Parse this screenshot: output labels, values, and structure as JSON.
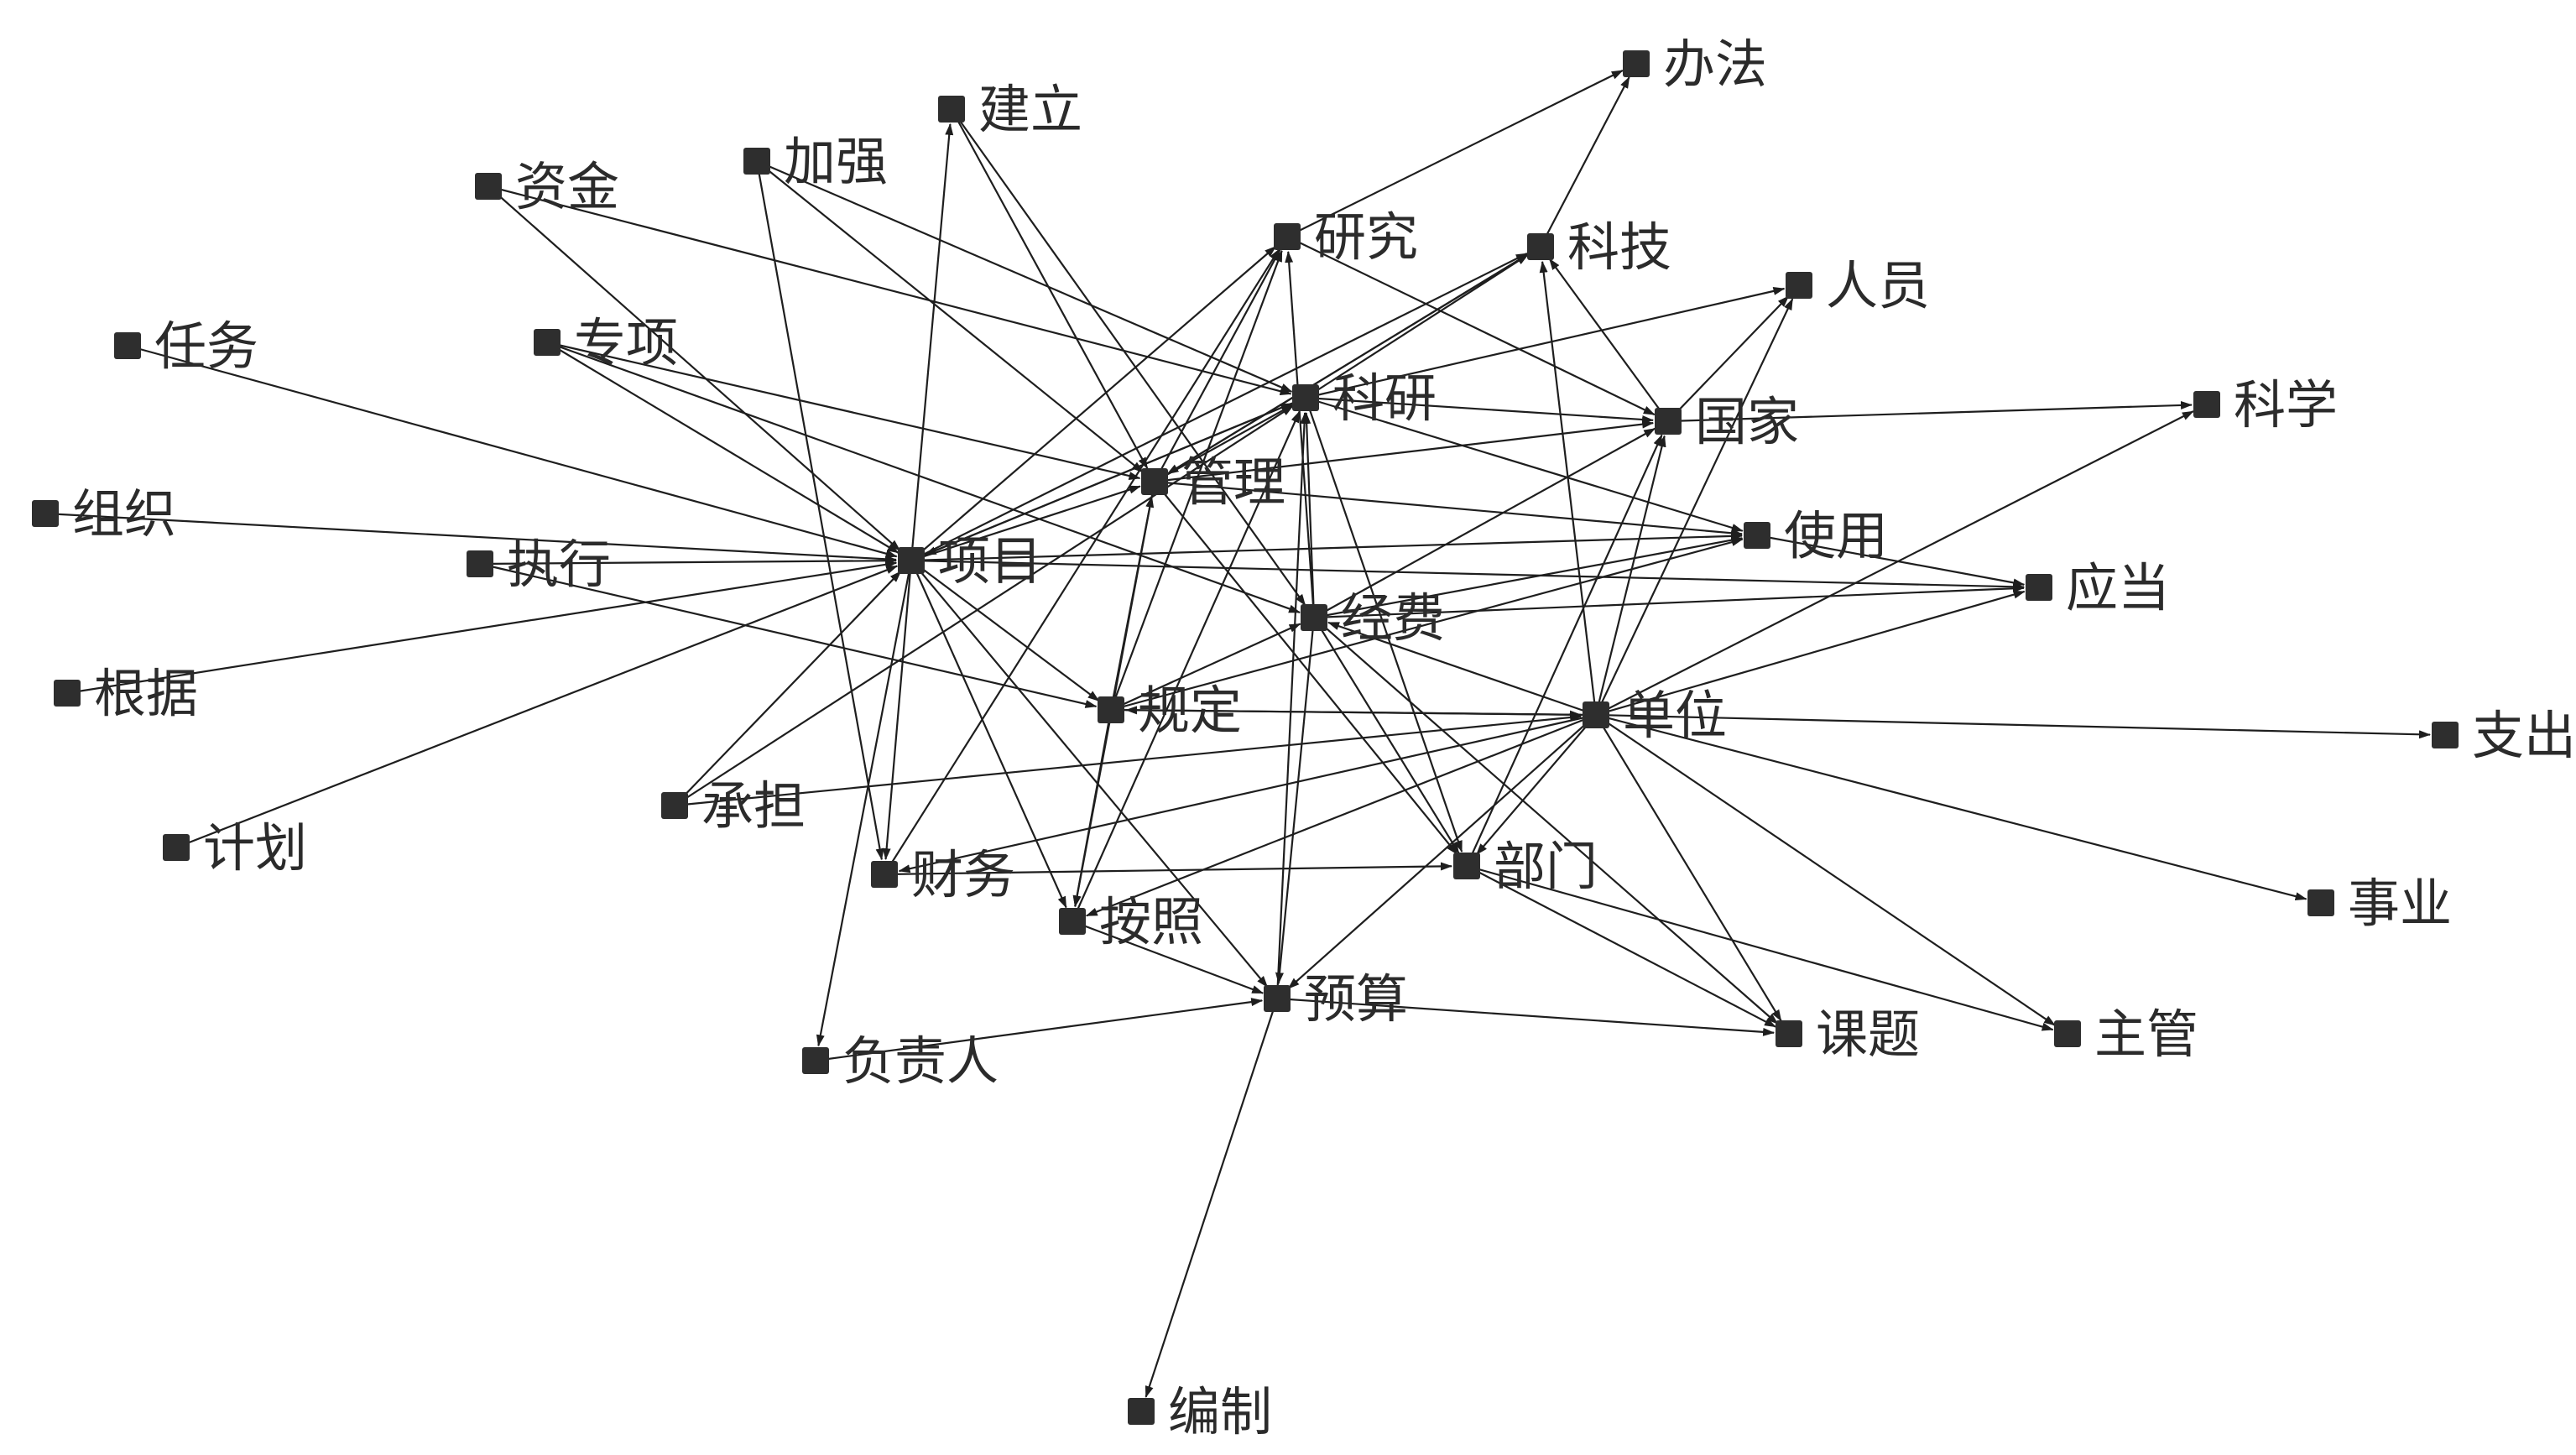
{
  "diagram": {
    "type": "directed-word-network",
    "colors": {
      "background": "#ffffff",
      "edge": "#1e1e1e",
      "node": "#2e2e2e",
      "text": "#2b2b2b"
    },
    "nodes": [
      {
        "id": "banfa",
        "label": "办法"
      },
      {
        "id": "jianli",
        "label": "建立"
      },
      {
        "id": "jiaqiang",
        "label": "加强"
      },
      {
        "id": "zijin",
        "label": "资金"
      },
      {
        "id": "yanjiu",
        "label": "研究"
      },
      {
        "id": "keji",
        "label": "科技"
      },
      {
        "id": "renyuan",
        "label": "人员"
      },
      {
        "id": "renwu",
        "label": "任务"
      },
      {
        "id": "zhuanxiang",
        "label": "专项"
      },
      {
        "id": "keyan",
        "label": "科研"
      },
      {
        "id": "guojia",
        "label": "国家"
      },
      {
        "id": "kexue",
        "label": "科学"
      },
      {
        "id": "zuzhi",
        "label": "组织"
      },
      {
        "id": "guanli",
        "label": "管理"
      },
      {
        "id": "zhixing",
        "label": "执行"
      },
      {
        "id": "xiangmu",
        "label": "项目"
      },
      {
        "id": "shiyong",
        "label": "使用"
      },
      {
        "id": "yingdang",
        "label": "应当"
      },
      {
        "id": "jingfei",
        "label": "经费"
      },
      {
        "id": "genju",
        "label": "根据"
      },
      {
        "id": "guiding",
        "label": "规定"
      },
      {
        "id": "danwei",
        "label": "单位"
      },
      {
        "id": "zhichu",
        "label": "支出"
      },
      {
        "id": "chengdan",
        "label": "承担"
      },
      {
        "id": "jihua",
        "label": "计划"
      },
      {
        "id": "caiwu",
        "label": "财务"
      },
      {
        "id": "bumen",
        "label": "部门"
      },
      {
        "id": "shiye",
        "label": "事业"
      },
      {
        "id": "anzhao",
        "label": "按照"
      },
      {
        "id": "yusuan",
        "label": "预算"
      },
      {
        "id": "keti",
        "label": "课题"
      },
      {
        "id": "zhuguan",
        "label": "主管"
      },
      {
        "id": "fuzeren",
        "label": "负责人"
      },
      {
        "id": "bianzhi",
        "label": "编制"
      }
    ],
    "edges": [
      [
        "renwu",
        "xiangmu"
      ],
      [
        "zuzhi",
        "xiangmu"
      ],
      [
        "genju",
        "xiangmu"
      ],
      [
        "jihua",
        "xiangmu"
      ],
      [
        "zhixing",
        "xiangmu"
      ],
      [
        "zijin",
        "xiangmu"
      ],
      [
        "zijin",
        "keyan"
      ],
      [
        "zhuanxiang",
        "xiangmu"
      ],
      [
        "zhuanxiang",
        "jingfei"
      ],
      [
        "zhuanxiang",
        "guanli"
      ],
      [
        "jiaqiang",
        "keyan"
      ],
      [
        "jiaqiang",
        "caiwu"
      ],
      [
        "jiaqiang",
        "guanli"
      ],
      [
        "jianli",
        "guanli"
      ],
      [
        "jianli",
        "jingfei"
      ],
      [
        "xiangmu",
        "jianli"
      ],
      [
        "xiangmu",
        "fuzeren"
      ],
      [
        "xiangmu",
        "caiwu"
      ],
      [
        "xiangmu",
        "yanjiu"
      ],
      [
        "xiangmu",
        "keji"
      ],
      [
        "xiangmu",
        "guanli"
      ],
      [
        "xiangmu",
        "shiyong"
      ],
      [
        "xiangmu",
        "yingdang"
      ],
      [
        "xiangmu",
        "guiding"
      ],
      [
        "xiangmu",
        "anzhao"
      ],
      [
        "xiangmu",
        "yusuan"
      ],
      [
        "xiangmu",
        "keyan"
      ],
      [
        "zhixing",
        "guiding"
      ],
      [
        "chengdan",
        "xiangmu"
      ],
      [
        "chengdan",
        "keyan"
      ],
      [
        "chengdan",
        "danwei"
      ],
      [
        "yanjiu",
        "banfa"
      ],
      [
        "keji",
        "banfa"
      ],
      [
        "guojia",
        "keji"
      ],
      [
        "guojia",
        "renyuan"
      ],
      [
        "guojia",
        "kexue"
      ],
      [
        "keyan",
        "keji"
      ],
      [
        "keyan",
        "renyuan"
      ],
      [
        "keyan",
        "guojia"
      ],
      [
        "keyan",
        "shiyong"
      ],
      [
        "keyan",
        "bumen"
      ],
      [
        "guanli",
        "keji"
      ],
      [
        "guanli",
        "yanjiu"
      ],
      [
        "guanli",
        "guojia"
      ],
      [
        "guanli",
        "keyan"
      ],
      [
        "guanli",
        "shiyong"
      ],
      [
        "guanli",
        "anzhao"
      ],
      [
        "guanli",
        "bumen"
      ],
      [
        "jingfei",
        "keyan"
      ],
      [
        "jingfei",
        "yanjiu"
      ],
      [
        "jingfei",
        "guojia"
      ],
      [
        "jingfei",
        "shiyong"
      ],
      [
        "jingfei",
        "yingdang"
      ],
      [
        "jingfei",
        "yusuan"
      ],
      [
        "jingfei",
        "bumen"
      ],
      [
        "jingfei",
        "keti"
      ],
      [
        "guiding",
        "guanli"
      ],
      [
        "guiding",
        "jingfei"
      ],
      [
        "guiding",
        "yanjiu"
      ],
      [
        "guiding",
        "shiyong"
      ],
      [
        "guiding",
        "anzhao"
      ],
      [
        "guiding",
        "danwei"
      ],
      [
        "danwei",
        "keji"
      ],
      [
        "danwei",
        "renyuan"
      ],
      [
        "danwei",
        "guojia"
      ],
      [
        "danwei",
        "kexue"
      ],
      [
        "danwei",
        "yingdang"
      ],
      [
        "danwei",
        "zhichu"
      ],
      [
        "danwei",
        "shiye"
      ],
      [
        "danwei",
        "keti"
      ],
      [
        "danwei",
        "zhuguan"
      ],
      [
        "danwei",
        "bumen"
      ],
      [
        "danwei",
        "yusuan"
      ],
      [
        "danwei",
        "caiwu"
      ],
      [
        "danwei",
        "anzhao"
      ],
      [
        "danwei",
        "jingfei"
      ],
      [
        "danwei",
        "guiding"
      ],
      [
        "anzhao",
        "yusuan"
      ],
      [
        "anzhao",
        "keyan"
      ],
      [
        "caiwu",
        "yanjiu"
      ],
      [
        "caiwu",
        "bumen"
      ],
      [
        "fuzeren",
        "yusuan"
      ],
      [
        "bumen",
        "keti"
      ],
      [
        "bumen",
        "zhuguan"
      ],
      [
        "bumen",
        "guojia"
      ],
      [
        "yusuan",
        "keti"
      ],
      [
        "yusuan",
        "bianzhi"
      ],
      [
        "yusuan",
        "keyan"
      ],
      [
        "shiyong",
        "yingdang"
      ],
      [
        "keji",
        "guanli"
      ],
      [
        "yanjiu",
        "guojia"
      ],
      [
        "keyan",
        "xiangmu"
      ]
    ]
  }
}
